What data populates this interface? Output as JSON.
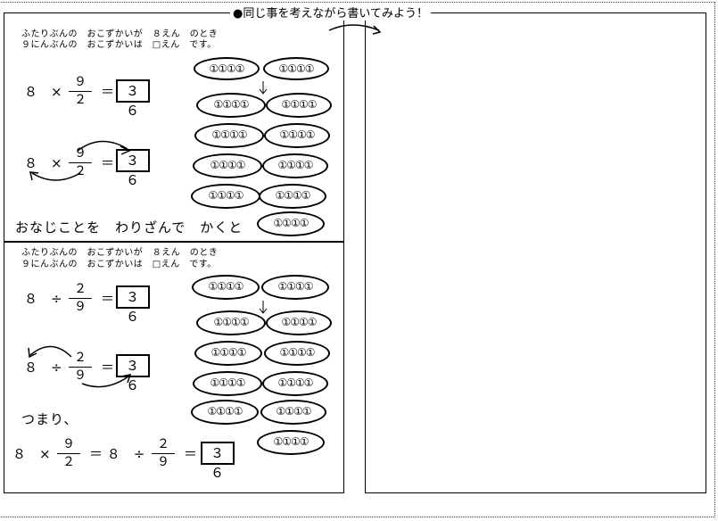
{
  "header": "●同じ事を考えながら書いてみよう！",
  "top": {
    "line1": "ふたりぶんの　おこずかいが　８えん　のとき",
    "line2": "９にんぶんの　おこずかいは　□えん　です。",
    "eq1": {
      "left": "８　×",
      "num": "９",
      "den": "２",
      "eq": "＝",
      "answer": "３６"
    },
    "eq2": {
      "left": "８　×",
      "num": "９",
      "den": "２",
      "eq": "＝",
      "answer": "３６"
    },
    "caption": "おなじことを　わりざんで　かくと",
    "oval_label": "①①①①"
  },
  "bottom": {
    "line1": "ふたりぶんの　おこずかいが　８えん　のとき",
    "line2": "９にんぶんの　おこずかいは　□えん　です。",
    "eq1": {
      "left": "８　÷",
      "num": "２",
      "den": "９",
      "eq": "＝",
      "answer": "３６"
    },
    "eq2": {
      "left": "８　÷",
      "num": "２",
      "den": "９",
      "eq": "＝",
      "answer": "３６"
    },
    "tsumari": "つまり、",
    "final": {
      "a": "８　×",
      "num1": "９",
      "den1": "２",
      "mid": "＝ ８　÷",
      "num2": "２",
      "den2": "９",
      "eq": "＝",
      "answer": "３６"
    },
    "oval_label": "①①①①"
  },
  "ovals": {
    "label": "①①①①"
  }
}
